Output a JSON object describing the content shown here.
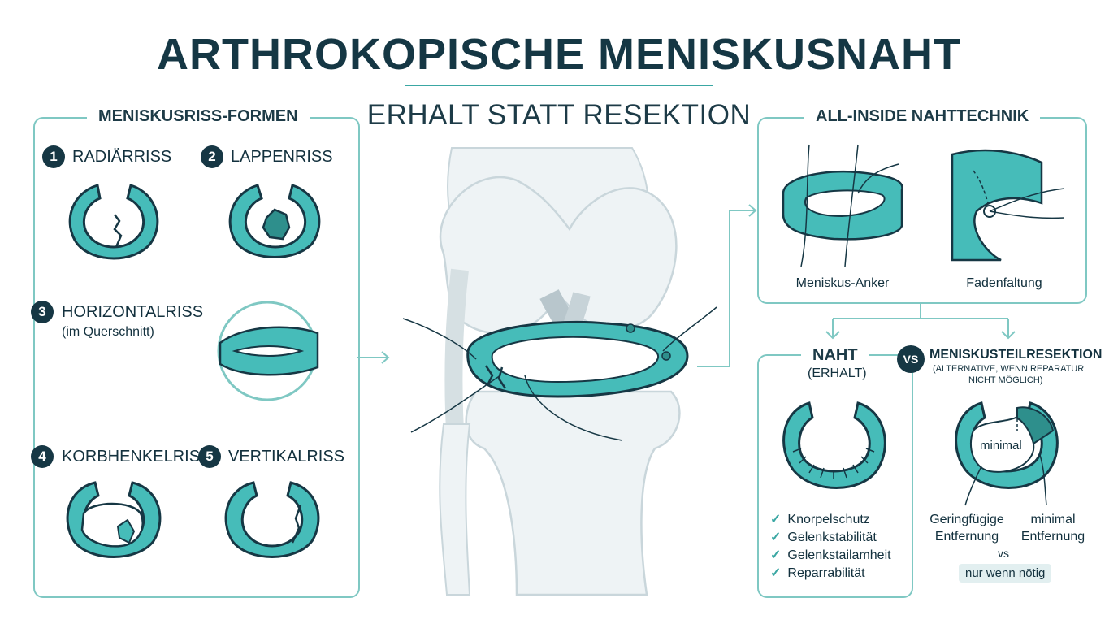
{
  "header": {
    "title": "ARTHROKOPISCHE MENISKUSNAHT",
    "subtitle": "ERHALT STATT RESEKTION"
  },
  "left_panel": {
    "title": "MENISKUSRISS-FORMEN",
    "tears": [
      {
        "number": "1",
        "label": "RADIÄRRISS"
      },
      {
        "number": "2",
        "label": "LAPPENRISS"
      },
      {
        "number": "3",
        "label": "HORIZONTALRISS",
        "note": "(im Querschnitt)"
      },
      {
        "number": "4",
        "label": "KORBHENKELRISS"
      },
      {
        "number": "5",
        "label": "VERTIKALRISS"
      }
    ]
  },
  "technique_panel": {
    "title": "ALL-INSIDE NAHTTECHNIK",
    "captions": [
      "Meniskus-Anker",
      "Fadenfaltung"
    ]
  },
  "suture_panel": {
    "title": "NAHT",
    "subtitle": "(ERHALT)",
    "benefits": [
      "Knorpelschutz",
      "Gelenkstabilität",
      "Gelenkstailamheit",
      "Reparrabilität"
    ]
  },
  "vs_label": "VS",
  "resection": {
    "title": "MENISKUSTEILRESEKTION",
    "note_line1": "(ALTERNATIVE, WENN REPARATUR",
    "note_line2": "NICHT MÖGLICH)",
    "inner_label": "minimal",
    "label_left_1": "Geringfügige",
    "label_left_2": "Entfernung",
    "label_right_1": "minimal",
    "label_right_2": "Entfernung",
    "vs_small": "vs",
    "chip": "nur wenn nötig"
  },
  "colors": {
    "meniscus": "#46bcb9",
    "meniscus_dark": "#2e8f8c",
    "outline": "#163744",
    "accent_line": "#7fc8c3",
    "bone": "#e8eef0"
  }
}
